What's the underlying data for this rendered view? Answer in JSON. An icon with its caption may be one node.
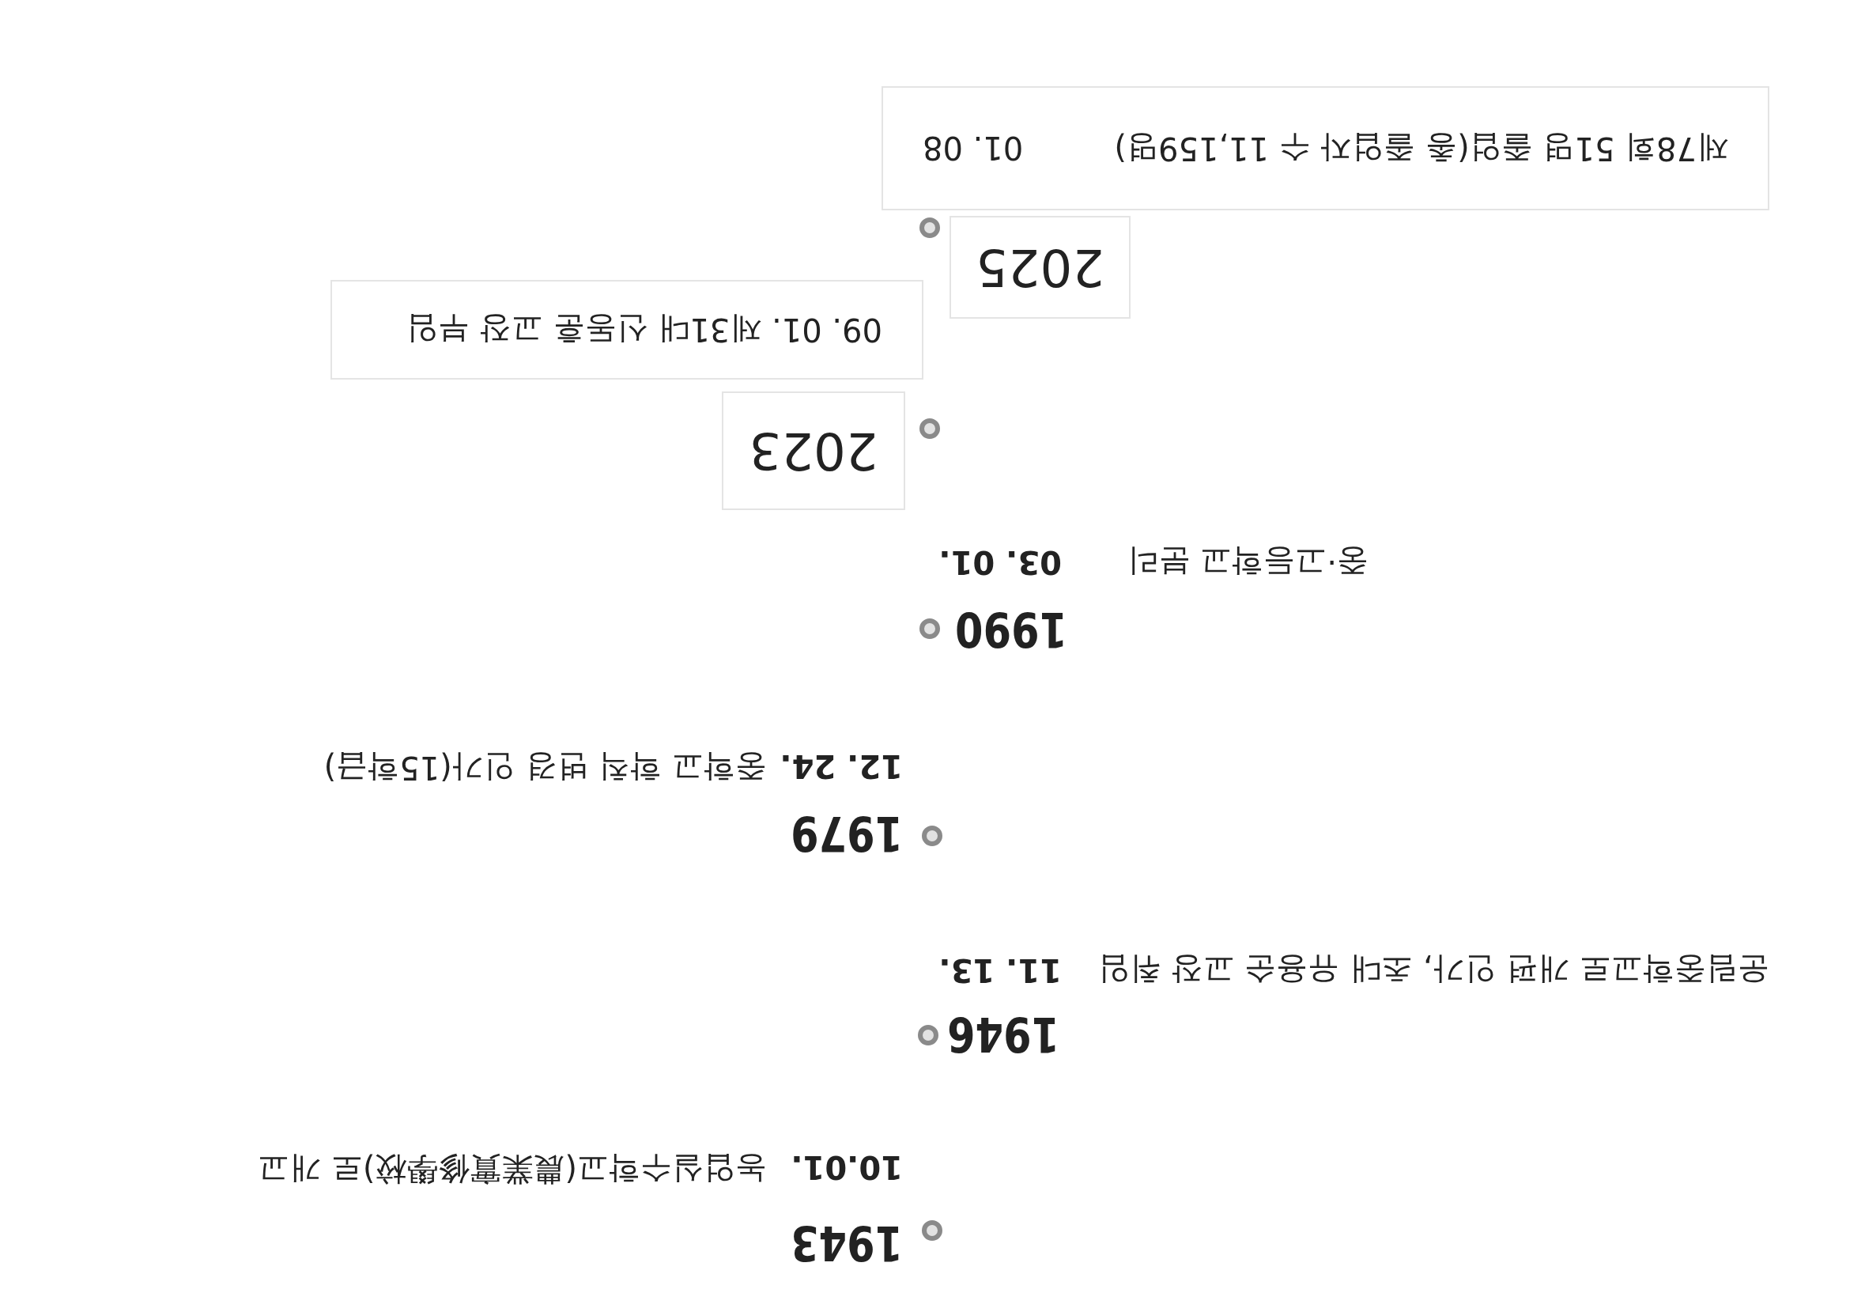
{
  "diagram": {
    "nodes": [
      {
        "text": [
          "2023"
        ]
      },
      {
        "text": [
          "09. 01. 제31대 신동훈 교장 부임"
        ]
      },
      {
        "text": [
          "2025"
        ]
      },
      {
        "text": [
          "제78회 51명 졸업(총 졸업자 수 11,159명)",
          "01. 08"
        ]
      }
    ],
    "labels": [
      "1943",
      "10.01.",
      "농업실수학교(農業實修學校)로 개교",
      "1946",
      "운림중학교로 개편 인가, 초대 유용순 교장 취임",
      "11. 13.",
      "1979",
      "12. 24.",
      "중학교 학칙 변경 인가(15학급)",
      "1990",
      "중·고등학교 분리",
      "03. 01."
    ]
  }
}
